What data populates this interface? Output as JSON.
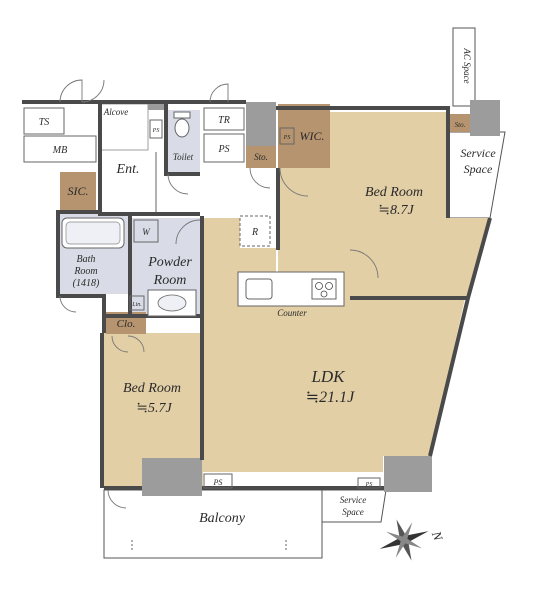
{
  "colors": {
    "floor": "#e3cfa6",
    "wet_area": "#d9dce6",
    "storage": "#b5946f",
    "column": "#9c9c9c",
    "wall": "#4a4a4a",
    "outdoor": "#ffffff",
    "line": "#555555"
  },
  "rooms": {
    "ldk": {
      "name": "LDK",
      "size": "≒21.1J"
    },
    "bedroom_main": {
      "name": "Bed Room",
      "size": "≒8.7J"
    },
    "bedroom_small": {
      "name": "Bed Room",
      "size": "≒5.7J"
    },
    "powder_room": {
      "line1": "Powder",
      "line2": "Room"
    },
    "bath_room": {
      "line1": "Bath",
      "line2": "Room",
      "line3": "(1418)"
    },
    "entrance": "Ent.",
    "toilet": "Toilet",
    "wic": "WIC.",
    "sic": "SIC.",
    "clo": "Clo.",
    "sto_a": "Sto.",
    "sto_b": "Sto."
  },
  "fixtures": {
    "counter": "Counter",
    "refrigerator": "R",
    "washer": "W",
    "ts": "TS",
    "mb": "MB",
    "tr": "TR",
    "ps_entry": "PS",
    "ps_toilet": "PS",
    "ps_wic": "PS",
    "ps_bottom": "PS",
    "ps_service": "PS",
    "linen": "Lin."
  },
  "exterior": {
    "alcove": "Alcove",
    "balcony": "Balcony",
    "ac_space": "AC Space",
    "service_space_right": {
      "line1": "Service",
      "line2": "Space"
    },
    "service_space_bottom": {
      "line1": "Service",
      "line2": "Space"
    }
  },
  "compass": {
    "north_label": "N"
  }
}
